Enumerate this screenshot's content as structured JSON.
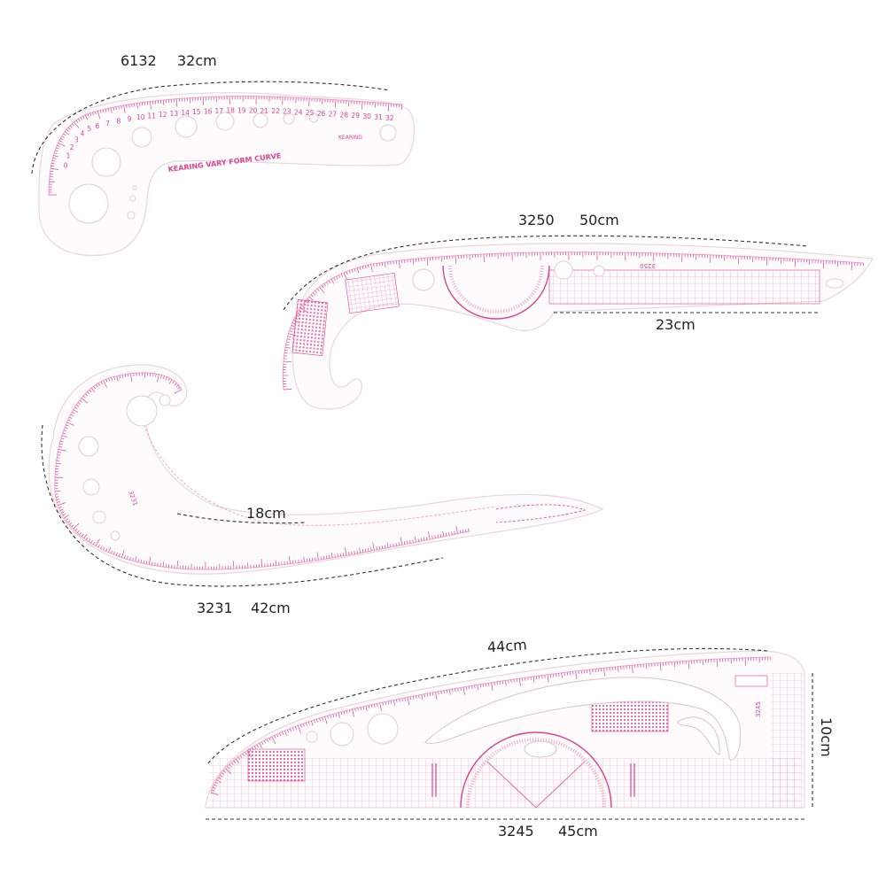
{
  "colors": {
    "ruler_fill": "#fdfbfc",
    "ruler_edge": "#e8d6dc",
    "mark": "#e0428c",
    "mark_light": "#f3a6c7",
    "dim_line": "#333333",
    "label_text": "#222222"
  },
  "rulers": [
    {
      "model": "6132",
      "length": "32cm",
      "print": "KEARING VARY FORM CURVE",
      "brand": "KEARING",
      "numbers": [
        "0",
        "1",
        "2",
        "3",
        "4",
        "5",
        "6",
        "7",
        "8",
        "9",
        "10",
        "11",
        "12",
        "13",
        "14",
        "15",
        "16",
        "17",
        "18",
        "19",
        "20",
        "21",
        "22",
        "23",
        "24",
        "25",
        "26",
        "27",
        "28",
        "29",
        "30",
        "31",
        "32"
      ]
    },
    {
      "model": "3250",
      "length": "50cm",
      "secondary": "23cm",
      "print": "3250"
    },
    {
      "model": "3231",
      "length": "42cm",
      "secondary": "18cm",
      "print": "3231"
    },
    {
      "model": "3245",
      "length": "45cm",
      "secondary": "44cm",
      "height": "10cm",
      "print": "3245"
    }
  ]
}
